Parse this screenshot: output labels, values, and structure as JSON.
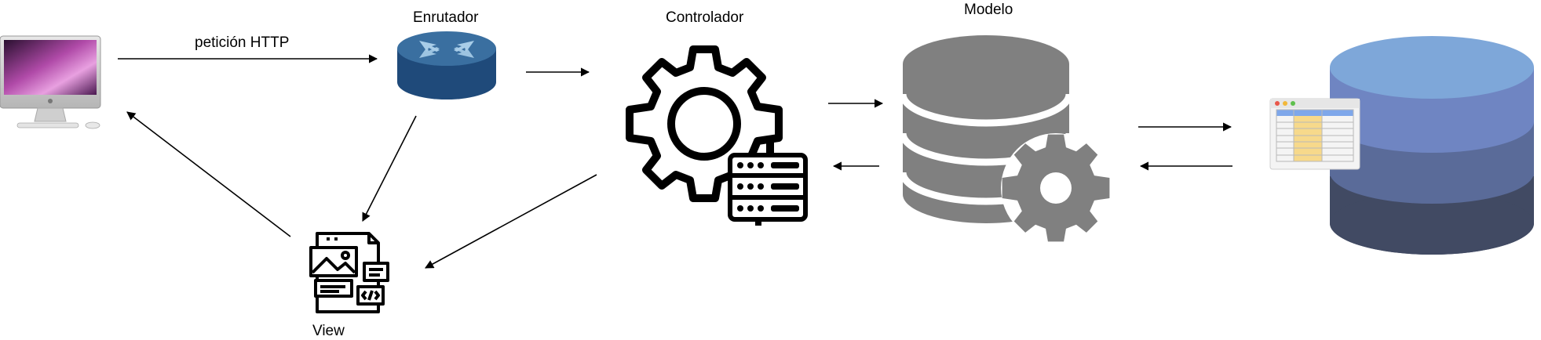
{
  "labels": {
    "http_request": "petición HTTP",
    "router": "Enrutador",
    "controller": "Controlador",
    "model": "Modelo",
    "view": "View"
  },
  "colors": {
    "router_top": "#3a6fa0",
    "router_body": "#1f4a7a",
    "model_gray": "#808080",
    "db_top": "#7ea7d9",
    "db_mid1": "#6f85c2",
    "db_mid2": "#5a6b99",
    "db_bottom": "#414a63",
    "table_header": "#7ea7ea",
    "table_highlight": "#f7d98b"
  },
  "icons": [
    "computer-icon",
    "router-icon",
    "controller-gear-server-icon",
    "model-database-gear-icon",
    "view-document-icon",
    "database-stack-icon",
    "table-window-icon"
  ]
}
